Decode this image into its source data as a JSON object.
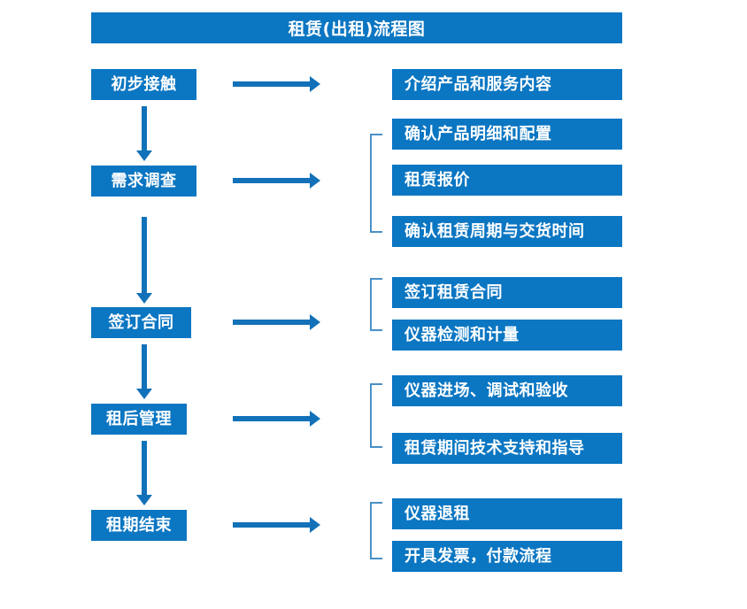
{
  "diagram": {
    "title": "租赁(出租)流程图",
    "accent_color": "#0b76c2",
    "arrow_color": "#1271b8",
    "bracket_color": "#4a90c7",
    "text_color": "#ffffff",
    "background_color": "#ffffff"
  },
  "stages": [
    {
      "id": "stage-1",
      "label": "初步接触"
    },
    {
      "id": "stage-2",
      "label": "需求调查"
    },
    {
      "id": "stage-3",
      "label": "签订合同"
    },
    {
      "id": "stage-4",
      "label": "租后管理"
    },
    {
      "id": "stage-5",
      "label": "租期结束"
    }
  ],
  "details": [
    {
      "id": "detail-1",
      "label": "介绍产品和服务内容",
      "stage": "初步接触"
    },
    {
      "id": "detail-2",
      "label": "确认产品明细和配置",
      "stage": "需求调查"
    },
    {
      "id": "detail-3",
      "label": "租赁报价",
      "stage": "需求调查"
    },
    {
      "id": "detail-4",
      "label": "确认租赁周期与交货时间",
      "stage": "需求调查"
    },
    {
      "id": "detail-5",
      "label": "签订租赁合同",
      "stage": "签订合同"
    },
    {
      "id": "detail-6",
      "label": "仪器检测和计量",
      "stage": "签订合同"
    },
    {
      "id": "detail-7",
      "label": "仪器进场、调试和验收",
      "stage": "租后管理"
    },
    {
      "id": "detail-8",
      "label": "租赁期间技术支持和指导",
      "stage": "租后管理"
    },
    {
      "id": "detail-9",
      "label": "仪器退租",
      "stage": "租期结束"
    },
    {
      "id": "detail-10",
      "label": "开具发票，付款流程",
      "stage": "租期结束"
    }
  ],
  "chart_data": {
    "type": "diagram",
    "title": "租赁(出租)流程图",
    "flow": [
      {
        "stage": "初步接触",
        "outputs": [
          "介绍产品和服务内容"
        ]
      },
      {
        "stage": "需求调查",
        "outputs": [
          "确认产品明细和配置",
          "租赁报价",
          "确认租赁周期与交货时间"
        ]
      },
      {
        "stage": "签订合同",
        "outputs": [
          "签订租赁合同",
          "仪器检测和计量"
        ]
      },
      {
        "stage": "租后管理",
        "outputs": [
          "仪器进场、调试和验收",
          "租赁期间技术支持和指导"
        ]
      },
      {
        "stage": "租期结束",
        "outputs": [
          "仪器退租",
          "开具发票，付款流程"
        ]
      }
    ]
  }
}
